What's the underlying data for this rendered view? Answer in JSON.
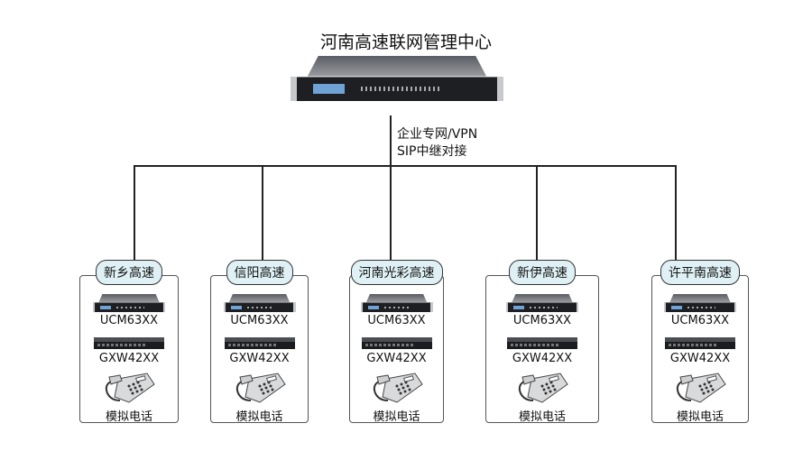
{
  "title": "河南高速联网管理中心",
  "link_label": [
    "企业专网/VPN",
    "SIP中继对接"
  ],
  "sites": [
    {
      "name": "新乡高速",
      "devices": [
        "UCM63XX",
        "GXW42XX",
        "模拟电话"
      ]
    },
    {
      "name": "信阳高速",
      "devices": [
        "UCM63XX",
        "GXW42XX",
        "模拟电话"
      ]
    },
    {
      "name": "河南光彩高速",
      "devices": [
        "UCM63XX",
        "GXW42XX",
        "模拟电话"
      ]
    },
    {
      "name": "新伊高速",
      "devices": [
        "UCM63XX",
        "GXW42XX",
        "模拟电话"
      ]
    },
    {
      "name": "许平南高速",
      "devices": [
        "UCM63XX",
        "GXW42XX",
        "模拟电话"
      ]
    }
  ],
  "colors": {
    "site_label_bg": "#dff1f5",
    "line": "#222222"
  }
}
